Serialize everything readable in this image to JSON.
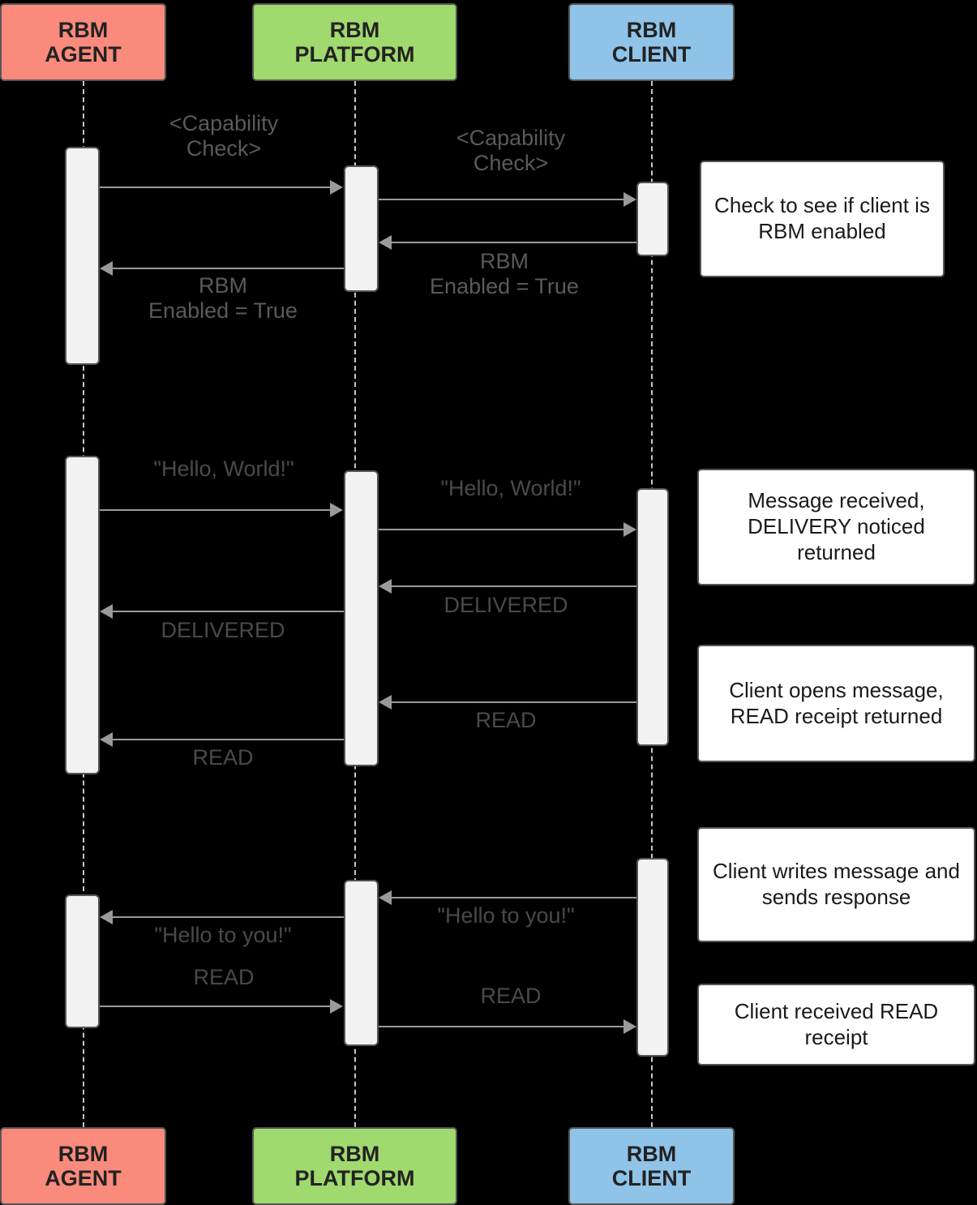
{
  "diagram": {
    "title": "RBM message sequence",
    "type": "sequence-diagram",
    "colors": {
      "agent": "#fa8a7c",
      "platform": "#a0d96e",
      "client": "#8fc3e8",
      "note_bg": "#ffffff",
      "activation_bg": "#f2f2f2",
      "border": "#555555",
      "arrow": "#9a9a9a",
      "label_text": "#5a5a5a"
    }
  },
  "lifelines": [
    {
      "id": "agent",
      "label": "RBM\nAGENT"
    },
    {
      "id": "platform",
      "label": "RBM\nPLATFORM"
    },
    {
      "id": "client",
      "label": "RBM\nCLIENT"
    }
  ],
  "footers": [
    {
      "id": "agent",
      "label": "RBM\nAGENT"
    },
    {
      "id": "platform",
      "label": "RBM\nPLATFORM"
    },
    {
      "id": "client",
      "label": "RBM\nCLIENT"
    }
  ],
  "messages": [
    {
      "id": "m1",
      "from": "agent",
      "to": "platform",
      "label": "<Capability\nCheck>"
    },
    {
      "id": "m2",
      "from": "platform",
      "to": "client",
      "label": "<Capability\nCheck>"
    },
    {
      "id": "m3",
      "from": "client",
      "to": "platform",
      "label": "RBM\nEnabled = True"
    },
    {
      "id": "m4",
      "from": "platform",
      "to": "agent",
      "label": "RBM\nEnabled = True"
    },
    {
      "id": "m5",
      "from": "agent",
      "to": "platform",
      "label": "\"Hello, World!\""
    },
    {
      "id": "m6",
      "from": "platform",
      "to": "client",
      "label": "\"Hello, World!\""
    },
    {
      "id": "m7",
      "from": "client",
      "to": "platform",
      "label": "DELIVERED"
    },
    {
      "id": "m8",
      "from": "platform",
      "to": "agent",
      "label": "DELIVERED"
    },
    {
      "id": "m9",
      "from": "client",
      "to": "platform",
      "label": "READ"
    },
    {
      "id": "m10",
      "from": "platform",
      "to": "agent",
      "label": "READ"
    },
    {
      "id": "m11",
      "from": "client",
      "to": "platform",
      "label": "\"Hello to you!\""
    },
    {
      "id": "m12",
      "from": "platform",
      "to": "agent",
      "label": "\"Hello to you!\""
    },
    {
      "id": "m13",
      "from": "agent",
      "to": "platform",
      "label": "READ"
    },
    {
      "id": "m14",
      "from": "platform",
      "to": "client",
      "label": "READ"
    }
  ],
  "notes": [
    {
      "id": "n1",
      "text": "Check to see if client is RBM enabled"
    },
    {
      "id": "n2",
      "text": "Message received, DELIVERY noticed returned"
    },
    {
      "id": "n3",
      "text": "Client opens message, READ receipt returned"
    },
    {
      "id": "n4",
      "text": "Client writes message and sends response"
    },
    {
      "id": "n5",
      "text": "Client received READ receipt"
    }
  ]
}
